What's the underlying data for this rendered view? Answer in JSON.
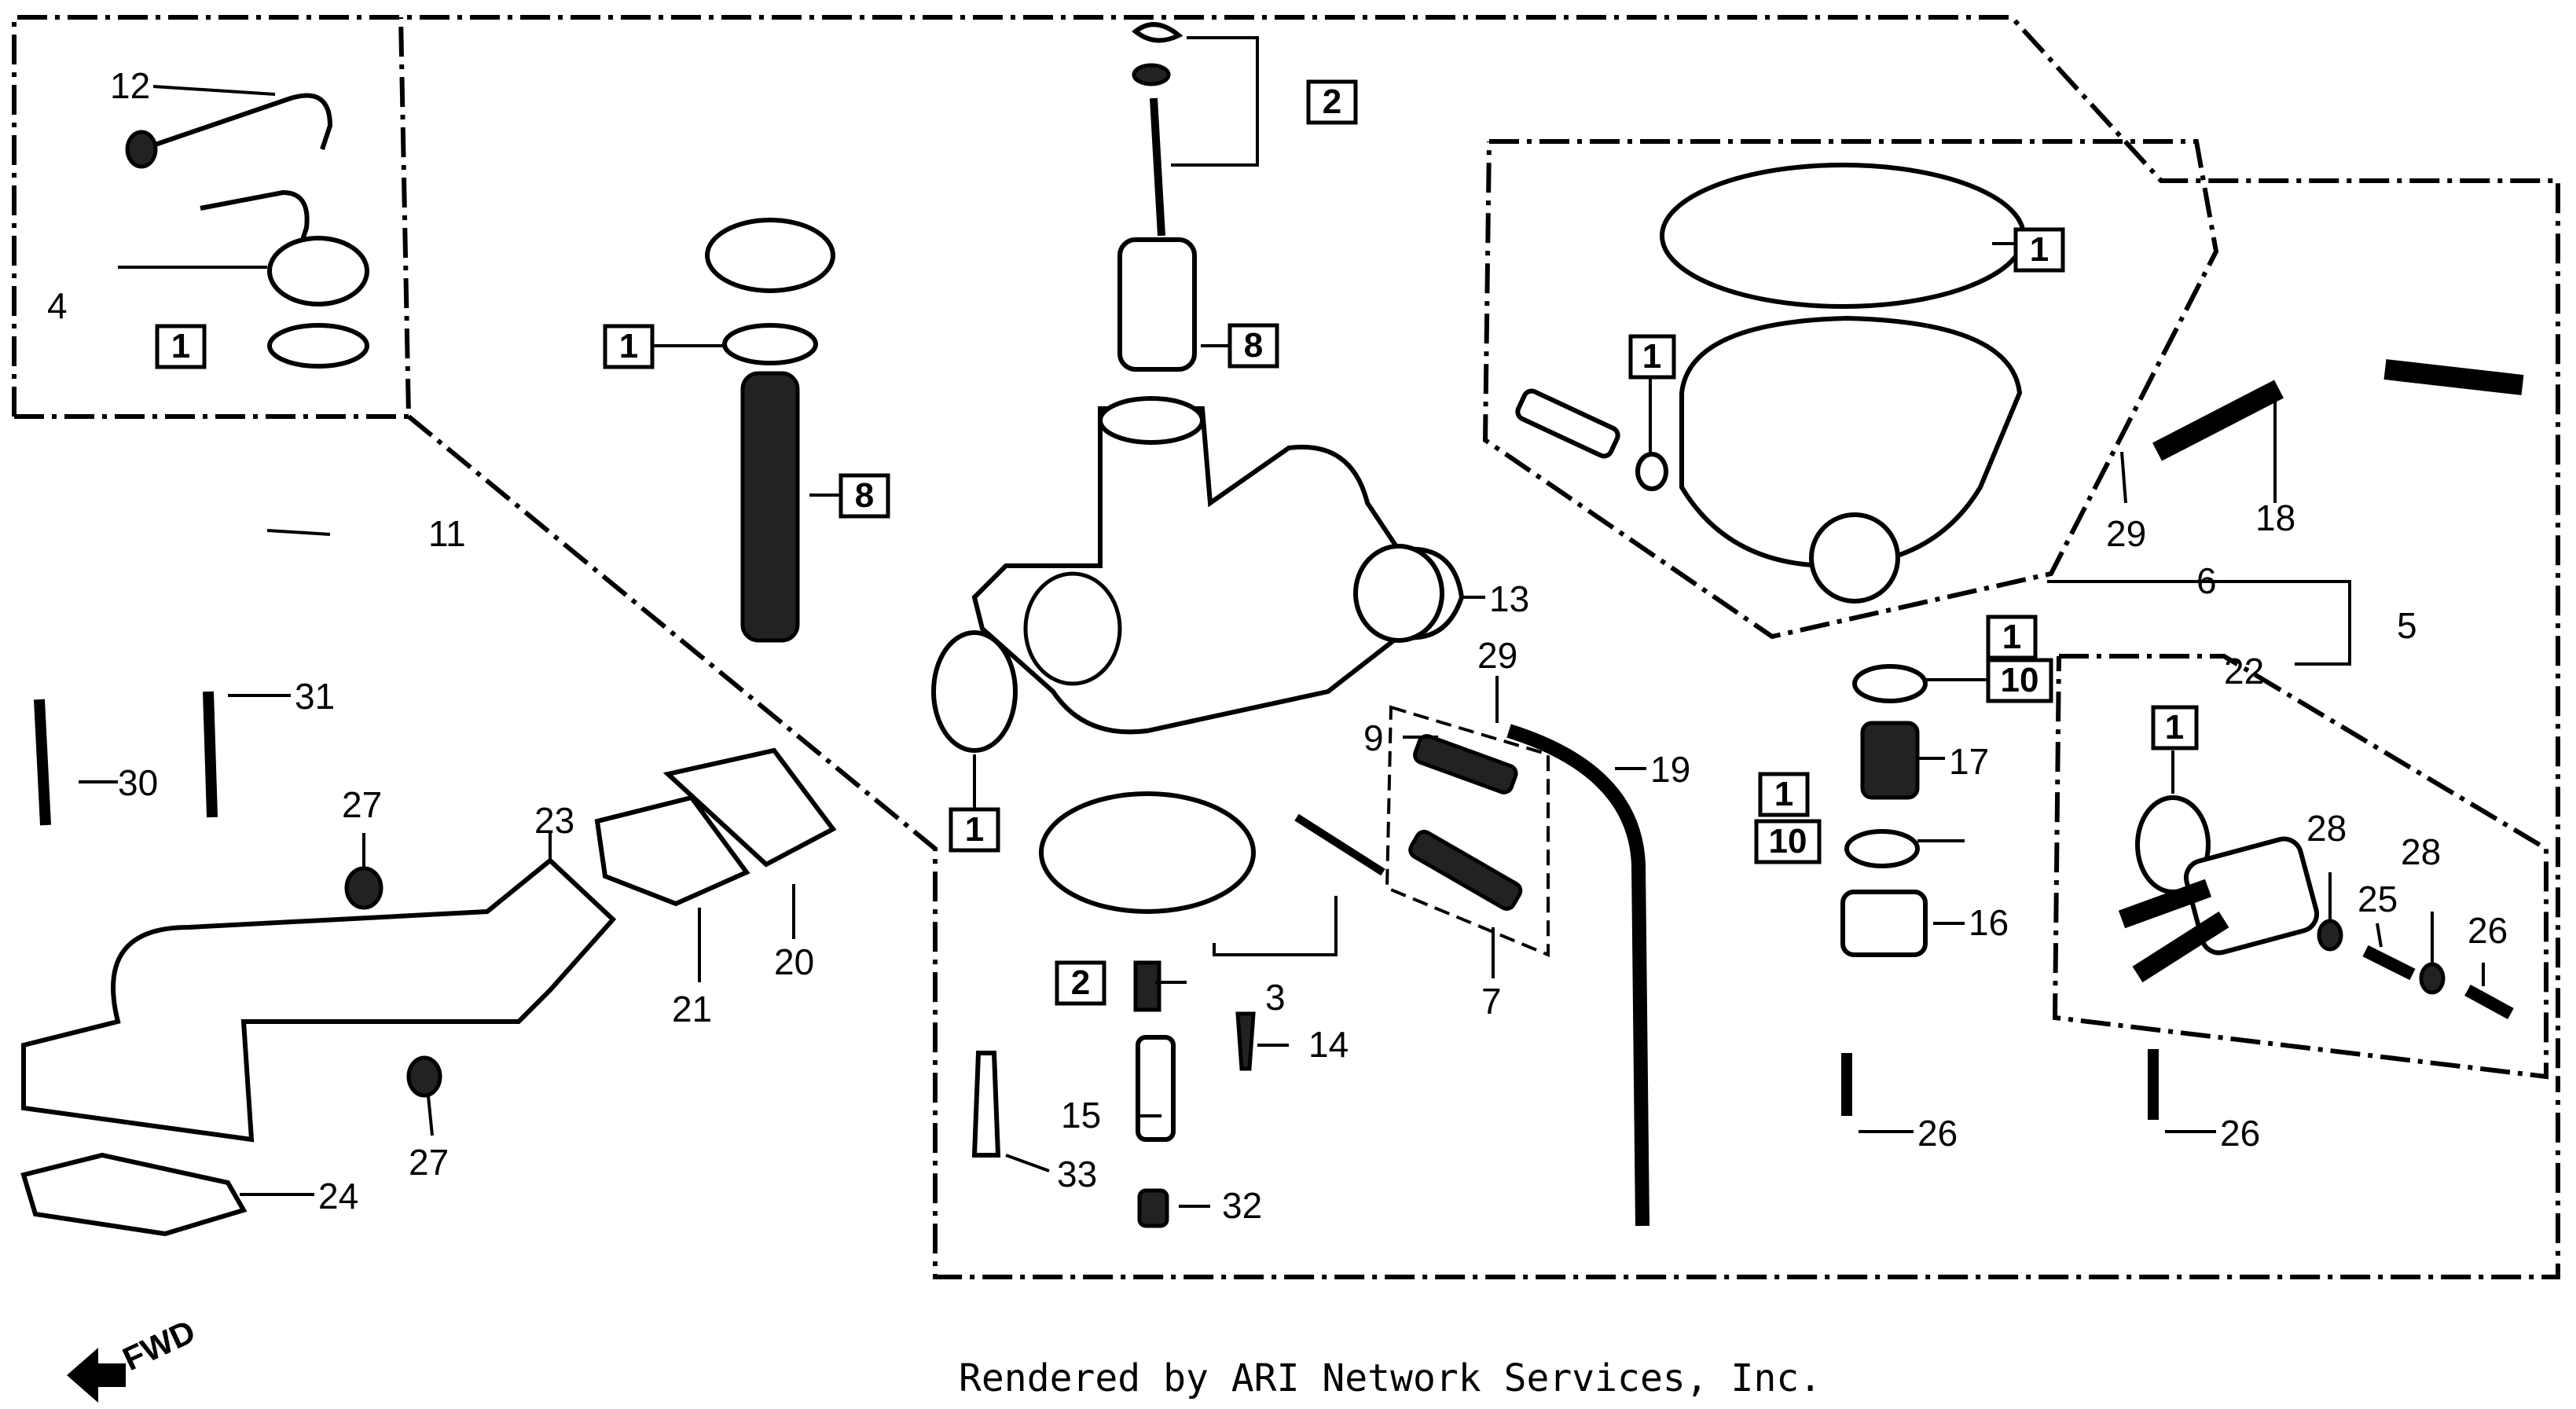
{
  "callouts": {
    "c1": "1",
    "c2": "2",
    "c3": "3",
    "c4": "4",
    "c5": "5",
    "c6": "6",
    "c7": "7",
    "c8": "8",
    "c9": "9",
    "c10": "10",
    "c11": "11",
    "c12": "12",
    "c13": "13",
    "c14": "14",
    "c15": "15",
    "c16": "16",
    "c17": "17",
    "c18": "18",
    "c19": "19",
    "c20": "20",
    "c21": "21",
    "c22": "22",
    "c23": "23",
    "c24": "24",
    "c25": "25",
    "c26": "26",
    "c27": "27",
    "c28": "28",
    "c29": "29",
    "c30": "30",
    "c31": "31",
    "c32": "32",
    "c33": "33"
  },
  "fwd_label": "FWD",
  "credit": "Rendered by ARI Network Services, Inc."
}
